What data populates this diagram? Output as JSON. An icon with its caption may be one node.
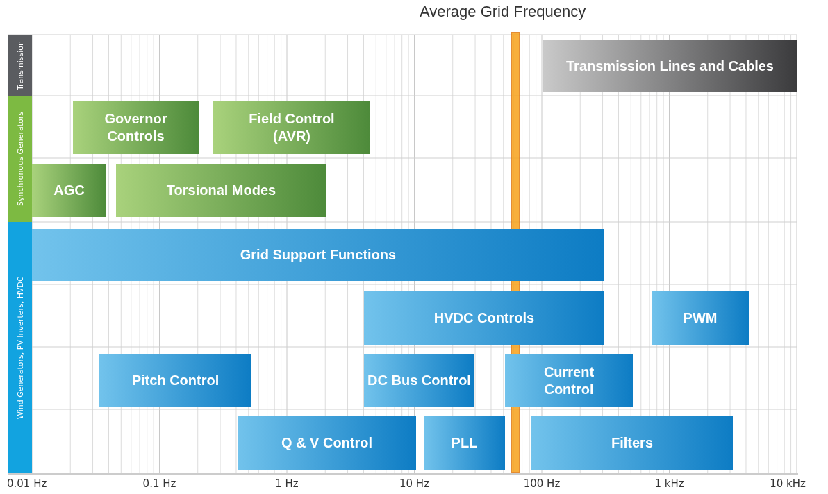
{
  "diagram": {
    "nodes": [
      {
        "text": [
          "Transmission"
        ]
      },
      {
        "text": [
          "Synchronous Generators"
        ]
      },
      {
        "text": [
          "Wind Generators, PV Inverters, HVDC"
        ]
      },
      {
        "text": [
          "Average Grid Frequency"
        ]
      },
      {
        "text": [
          "Transmission Lines and Cables"
        ]
      },
      {
        "text": [
          "Governor Controls"
        ]
      },
      {
        "text": [
          "Field Control (AVR)"
        ]
      },
      {
        "text": [
          "AGC"
        ]
      },
      {
        "text": [
          "Torsional Modes"
        ]
      },
      {
        "text": [
          "Grid Support Functions"
        ]
      },
      {
        "text": [
          "HVDC Controls"
        ]
      },
      {
        "text": [
          "PWM"
        ]
      },
      {
        "text": [
          "Pitch Control"
        ]
      },
      {
        "text": [
          "DC Bus Control"
        ]
      },
      {
        "text": [
          "Current Control"
        ]
      },
      {
        "text": [
          "Q & V Control"
        ]
      },
      {
        "text": [
          "PLL"
        ]
      },
      {
        "text": [
          "Filters"
        ]
      }
    ],
    "edges": [],
    "labels": [
      "0.01 Hz",
      "0.1 Hz",
      "1 Hz",
      "10 Hz",
      "100 Hz",
      "1 kHz",
      "10 kHz"
    ]
  }
}
